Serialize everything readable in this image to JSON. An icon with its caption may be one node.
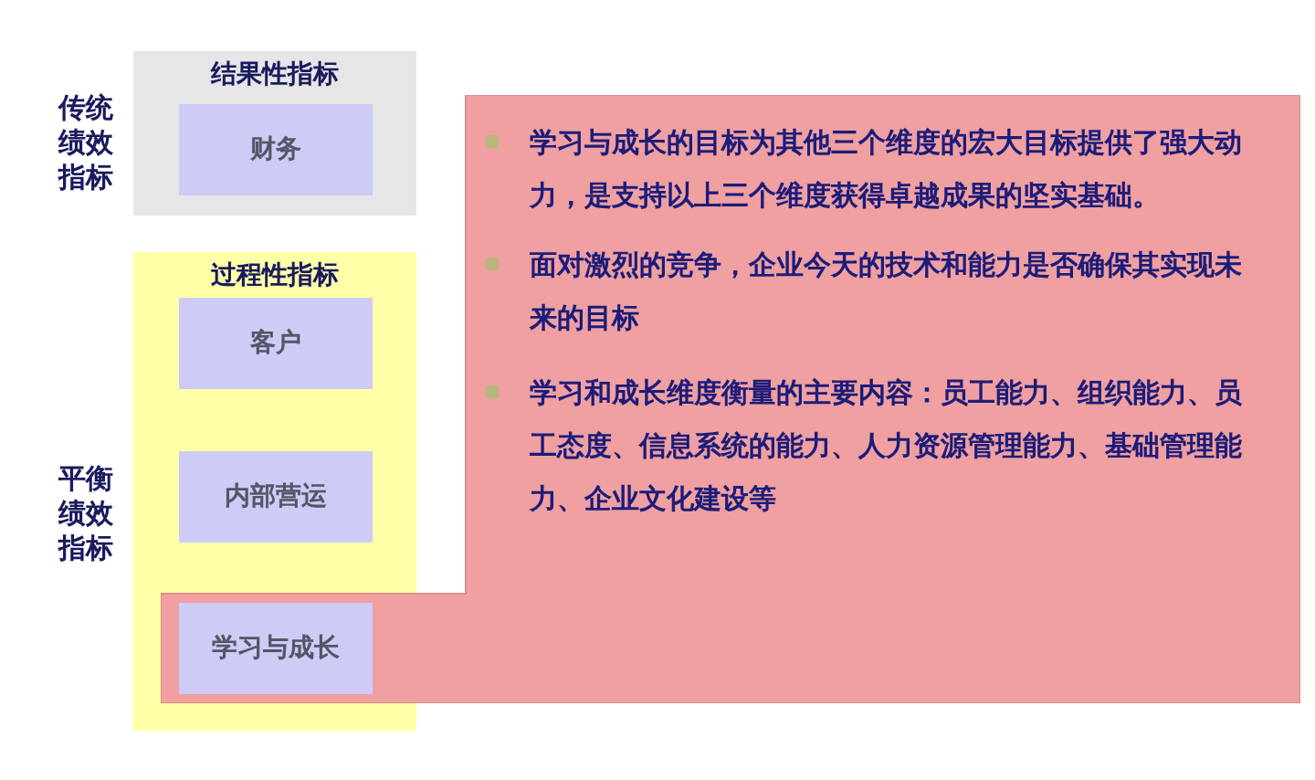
{
  "diagram": {
    "nodes": [
      {
        "text": [
          "结果性指标"
        ],
        "beside": [
          "传统绩效指标"
        ]
      },
      {
        "text": [
          "财务"
        ],
        "in": 0
      },
      {
        "text": [
          "过程性指标"
        ],
        "beside": [
          "平衡绩效指标"
        ]
      },
      {
        "text": [
          "客户"
        ],
        "in": 2
      },
      {
        "text": [
          "内部营运"
        ],
        "in": 2
      },
      {
        "text": [
          "学习与成长的目标为其他三个维度的宏大目标提供了强大动力，是支持以上三个维度获得卓越成果的坚实基础。",
          "面对激烈的竞争，企业今天的技术和能力是否确保其实现未来的目标",
          "学习和成长维度衡量的主要内容：员工能力、组织能力、员工态度、信息系统的能力、人力资源管理能力、基础管理能力、企业文化建设等"
        ]
      },
      {
        "text": [
          "学习与成长"
        ],
        "in": 2
      }
    ],
    "edges": []
  }
}
